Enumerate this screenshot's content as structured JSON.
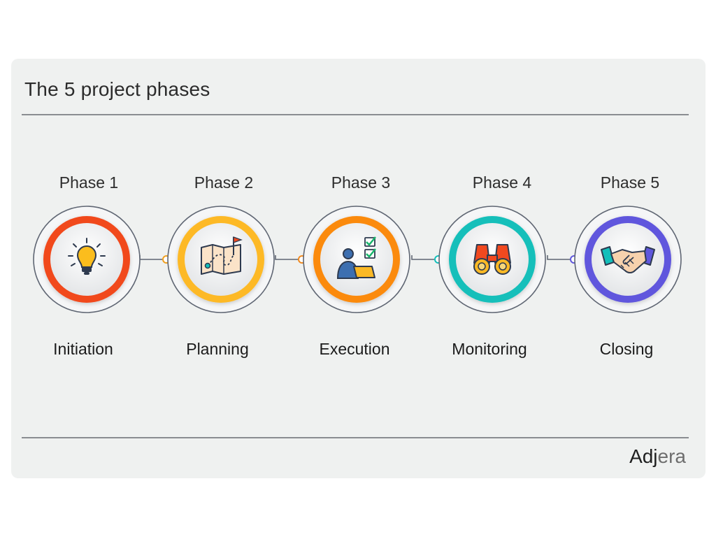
{
  "title": "The 5 project phases",
  "brand": {
    "main": "Adj",
    "dim": "era"
  },
  "phases": [
    {
      "label": "Phase 1",
      "name": "Initiation",
      "color": "#f1491f",
      "icon": "lightbulb-icon"
    },
    {
      "label": "Phase 2",
      "name": "Planning",
      "color": "#fdb925",
      "icon": "map-flag-icon"
    },
    {
      "label": "Phase 3",
      "name": "Execution",
      "color": "#fb8a0d",
      "icon": "person-laptop-checklist-icon"
    },
    {
      "label": "Phase 4",
      "name": "Monitoring",
      "color": "#12bfba",
      "icon": "binoculars-icon"
    },
    {
      "label": "Phase 5",
      "name": "Closing",
      "color": "#6057dd",
      "icon": "handshake-icon"
    }
  ]
}
